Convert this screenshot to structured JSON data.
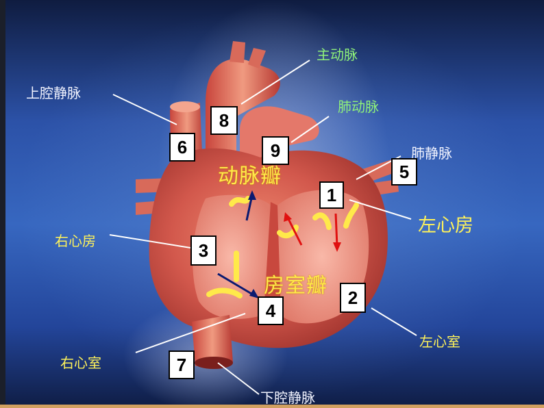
{
  "diagram": {
    "labels": {
      "aorta": "主动脉",
      "pulmonary_artery": "肺动脉",
      "superior_vena_cava": "上腔静脉",
      "pulmonary_vein": "肺静脉",
      "left_atrium": "左心房",
      "right_atrium": "右心房",
      "left_ventricle": "左心室",
      "right_ventricle": "右心室",
      "inferior_vena_cava": "下腔静脉"
    },
    "valves": {
      "arterial_valve": "动脉瓣",
      "atrioventricular_valve": "房室瓣"
    },
    "numbers": {
      "n1": "1",
      "n2": "2",
      "n3": "3",
      "n4": "4",
      "n5": "5",
      "n6": "6",
      "n7": "7",
      "n8": "8",
      "n9": "9"
    },
    "colors": {
      "background": "#3767c0",
      "heart": "#d2584c",
      "label_green": "#8ff27a",
      "label_yellow": "#fff35a",
      "label_white": "#f2f4ff",
      "valve": "#ffe94a",
      "arrow_red": "#e01010",
      "arrow_blue": "#0a1a70"
    }
  }
}
